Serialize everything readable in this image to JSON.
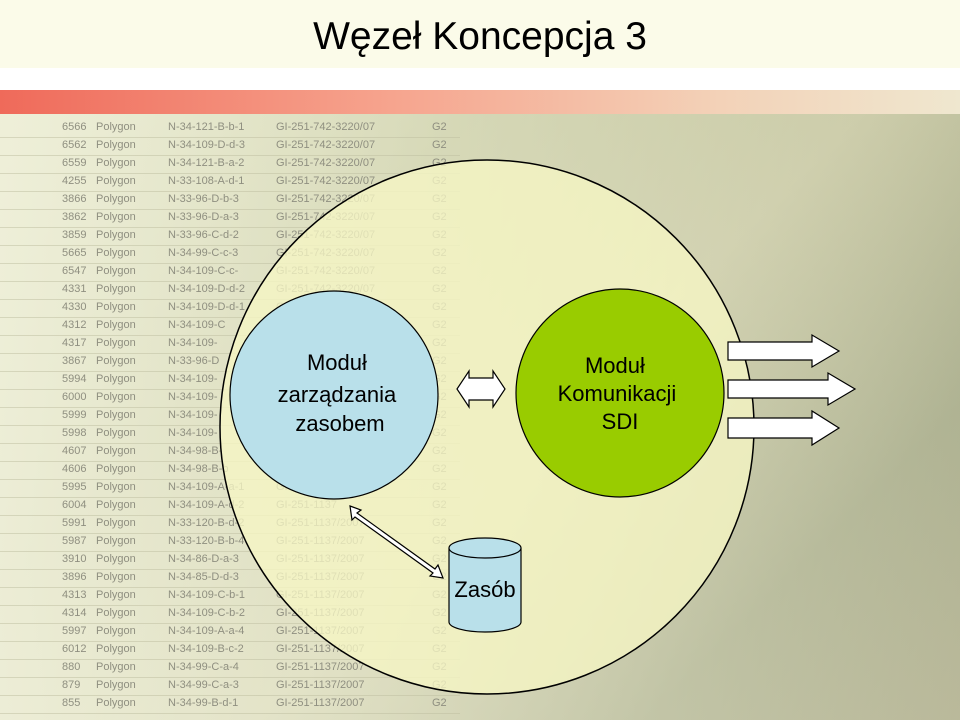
{
  "title": "Węzeł Koncepcja 3",
  "nodes": {
    "left_module": {
      "lines": [
        "Moduł",
        "zarządzania",
        "zasobem"
      ],
      "fill": "#b9e0ea"
    },
    "right_module": {
      "lines": [
        "Moduł",
        "Komunikacji",
        "SDI"
      ],
      "fill": "#99cc00"
    },
    "resource": {
      "label": "Zasób",
      "fill": "#b9e0ea"
    },
    "outer_circle_fill": "#f6f6c4"
  },
  "colors": {
    "accent": "#ef6a5a",
    "title_bg": "#fbfbe9"
  },
  "background_table": [
    [
      "6566",
      "Polygon",
      "N-34-121-B-b-1",
      "GI-251-742-3220/07",
      "G2"
    ],
    [
      "6562",
      "Polygon",
      "N-34-109-D-d-3",
      "GI-251-742-3220/07",
      "G2"
    ],
    [
      "6559",
      "Polygon",
      "N-34-121-B-a-2",
      "GI-251-742-3220/07",
      "G2"
    ],
    [
      "4255",
      "Polygon",
      "N-33-108-A-d-1",
      "GI-251-742-3220/07",
      "G2"
    ],
    [
      "3866",
      "Polygon",
      "N-33-96-D-b-3",
      "GI-251-742-3220/07",
      "G2"
    ],
    [
      "3862",
      "Polygon",
      "N-33-96-D-a-3",
      "GI-251-742-3220/07",
      "G2"
    ],
    [
      "3859",
      "Polygon",
      "N-33-96-C-d-2",
      "GI-251-742-3220/07",
      "G2"
    ],
    [
      "5665",
      "Polygon",
      "N-34-99-C-c-3",
      "GI-251-742-3220/07",
      "G2"
    ],
    [
      "6547",
      "Polygon",
      "N-34-109-C-c-",
      "GI-251-742-3220/07",
      "G2"
    ],
    [
      "4331",
      "Polygon",
      "N-34-109-D-d-2",
      "GI-251-742-3220/07",
      "G2"
    ],
    [
      "4330",
      "Polygon",
      "N-34-109-D-d-1",
      "GI-251-742-3220/07",
      "G2"
    ],
    [
      "4312",
      "Polygon",
      "N-34-109-C",
      "",
      "G2"
    ],
    [
      "4317",
      "Polygon",
      "N-34-109-",
      "",
      "G2"
    ],
    [
      "3867",
      "Polygon",
      "N-33-96-D",
      "",
      "G2"
    ],
    [
      "5994",
      "Polygon",
      "N-34-109-",
      "",
      "G2"
    ],
    [
      "6000",
      "Polygon",
      "N-34-109-",
      "",
      "G2"
    ],
    [
      "5999",
      "Polygon",
      "N-34-109-",
      "",
      "G2"
    ],
    [
      "5998",
      "Polygon",
      "N-34-109-",
      "",
      "G2"
    ],
    [
      "4607",
      "Polygon",
      "N-34-98-B-",
      "",
      "G2"
    ],
    [
      "4606",
      "Polygon",
      "N-34-98-B-b",
      "",
      "G2"
    ],
    [
      "5995",
      "Polygon",
      "N-34-109-A-a-1",
      "GI-251-1137",
      "G2"
    ],
    [
      "6004",
      "Polygon",
      "N-34-109-A-d-2",
      "GI-251-1137",
      "G2"
    ],
    [
      "5991",
      "Polygon",
      "N-33-120-B-d-2",
      "GI-251-1137/2007",
      "G2"
    ],
    [
      "5987",
      "Polygon",
      "N-33-120-B-b-4",
      "GI-251-1137/2007",
      "G2"
    ],
    [
      "3910",
      "Polygon",
      "N-34-86-D-a-3",
      "GI-251-1137/2007",
      "G2"
    ],
    [
      "3896",
      "Polygon",
      "N-34-85-D-d-3",
      "GI-251-1137/2007",
      "G2"
    ],
    [
      "4313",
      "Polygon",
      "N-34-109-C-b-1",
      "GI-251-1137/2007",
      "G2"
    ],
    [
      "4314",
      "Polygon",
      "N-34-109-C-b-2",
      "GI-251-1137/2007",
      "G2"
    ],
    [
      "5997",
      "Polygon",
      "N-34-109-A-a-4",
      "GI-251-1137/2007",
      "G2"
    ],
    [
      "6012",
      "Polygon",
      "N-34-109-B-c-2",
      "GI-251-1137/2007",
      "G2"
    ],
    [
      "880",
      "Polygon",
      "N-34-99-C-a-4",
      "GI-251-1137/2007",
      "G2"
    ],
    [
      "879",
      "Polygon",
      "N-34-99-C-a-3",
      "GI-251-1137/2007",
      "G2"
    ],
    [
      "855",
      "Polygon",
      "N-34-99-B-d-1",
      "GI-251-1137/2007",
      "G2"
    ]
  ]
}
